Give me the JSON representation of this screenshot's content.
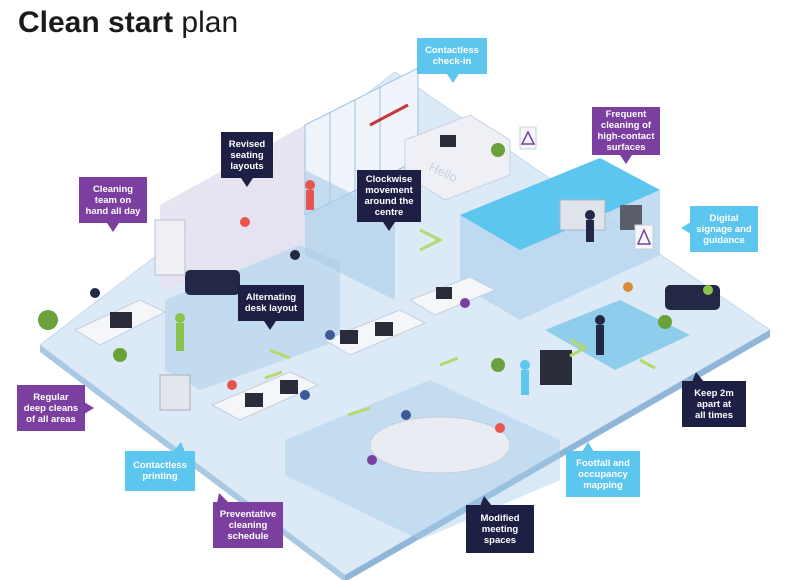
{
  "title": {
    "bold": "Clean start",
    "regular": "plan"
  },
  "wall_text": "Hello",
  "colors": {
    "light_blue": "#5cc6ef",
    "purple": "#7b3fa0",
    "navy": "#1e1f44",
    "floor": "#cfe3f3",
    "wall": "#b8d6ee",
    "arrow": "#b6d96a"
  },
  "callouts": [
    {
      "id": "contactless-check-in",
      "text": "Contactless\ncheck-in",
      "style": "light"
    },
    {
      "id": "frequent-cleaning",
      "text": "Frequent\ncleaning of\nhigh-contact\nsurfaces",
      "style": "purple"
    },
    {
      "id": "revised-seating",
      "text": "Revised\nseating\nlayouts",
      "style": "navy"
    },
    {
      "id": "clockwise-movement",
      "text": "Clockwise\nmovement\naround the\ncentre",
      "style": "navy"
    },
    {
      "id": "cleaning-team",
      "text": "Cleaning\nteam on\nhand all day",
      "style": "purple"
    },
    {
      "id": "digital-signage",
      "text": "Digital\nsignage and\nguidance",
      "style": "light"
    },
    {
      "id": "alternating-desk",
      "text": "Alternating\ndesk layout",
      "style": "navy"
    },
    {
      "id": "regular-deep-cleans",
      "text": "Regular\ndeep cleans\nof all areas",
      "style": "purple"
    },
    {
      "id": "keep-2m-apart",
      "text": "Keep 2m\napart at\nall times",
      "style": "navy"
    },
    {
      "id": "contactless-printing",
      "text": "Contactless\nprinting",
      "style": "light"
    },
    {
      "id": "footfall-mapping",
      "text": "Footfall and\noccupancy\nmapping",
      "style": "light"
    },
    {
      "id": "preventative-cleaning",
      "text": "Preventative\ncleaning\nschedule",
      "style": "purple"
    },
    {
      "id": "modified-meeting",
      "text": "Modified\nmeeting\nspaces",
      "style": "navy"
    }
  ]
}
